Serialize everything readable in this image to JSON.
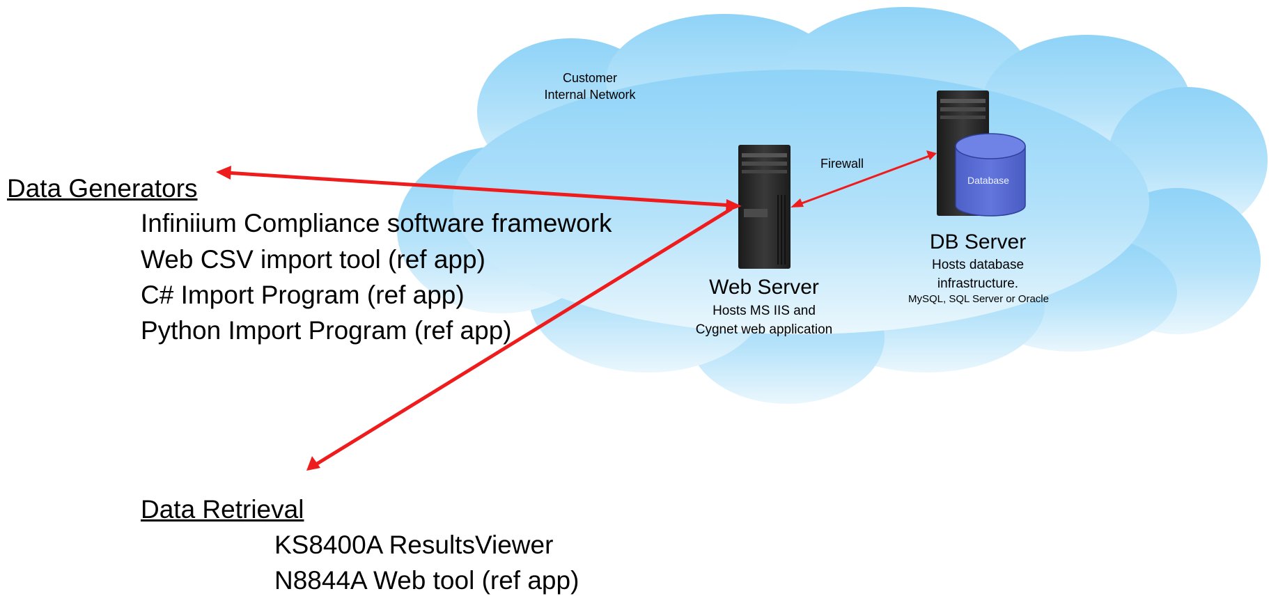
{
  "cloud": {
    "label_line1": "Customer",
    "label_line2": "Internal Network"
  },
  "firewall": {
    "label": "Firewall"
  },
  "web_server": {
    "name": "Web Server",
    "desc_line1": "Hosts MS IIS and",
    "desc_line2": "Cygnet web application"
  },
  "db_server": {
    "name": "DB Server",
    "desc_line1": "Hosts database",
    "desc_line2": "infrastructure.",
    "desc_line3": "MySQL, SQL Server or Oracle",
    "database_label": "Database"
  },
  "data_generators": {
    "heading": "Data Generators",
    "items": [
      "Infiniium Compliance software framework",
      "Web CSV import tool (ref app)",
      "C# Import Program (ref app)",
      "Python Import Program (ref app)"
    ]
  },
  "data_retrieval": {
    "heading": "Data Retrieval",
    "items": [
      "KS8400A ResultsViewer",
      "N8844A Web tool (ref app)"
    ]
  },
  "colors": {
    "arrow": "#ee1c1c",
    "cloud_top": "#8fd3f7",
    "cloud_bottom": "#eaf7fd",
    "database": "#5b6fd6",
    "server_body": "#2a2a2a"
  },
  "icons": [
    "server-tower-icon",
    "database-cylinder-icon",
    "cloud-shape"
  ]
}
